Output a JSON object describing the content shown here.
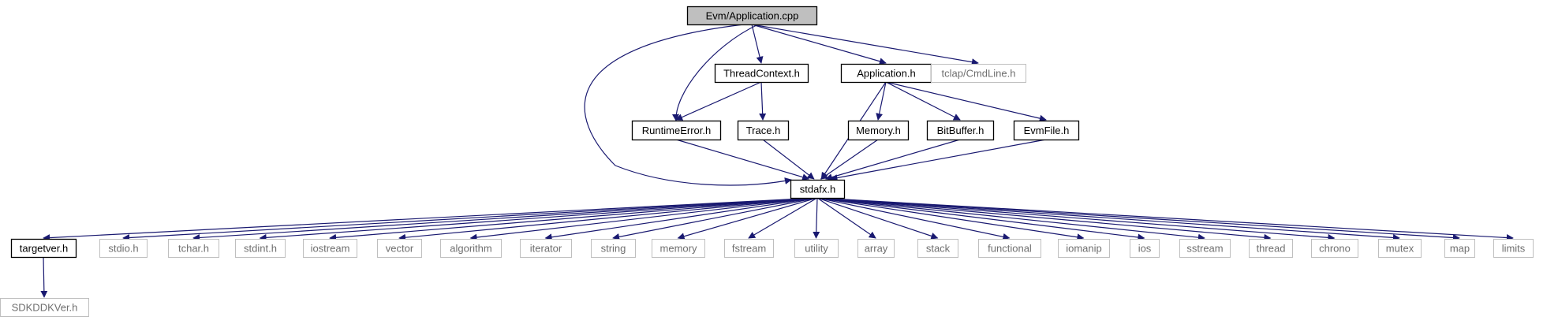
{
  "graph": {
    "nodes": [
      {
        "id": "app_cpp",
        "label": "Evm/Application.cpp",
        "kind": "root"
      },
      {
        "id": "threadctx",
        "label": "ThreadContext.h",
        "kind": "internal"
      },
      {
        "id": "application_h",
        "label": "Application.h",
        "kind": "internal"
      },
      {
        "id": "tclap",
        "label": "tclap/CmdLine.h",
        "kind": "external"
      },
      {
        "id": "runtimeerror",
        "label": "RuntimeError.h",
        "kind": "internal"
      },
      {
        "id": "trace",
        "label": "Trace.h",
        "kind": "internal"
      },
      {
        "id": "memory_h",
        "label": "Memory.h",
        "kind": "internal"
      },
      {
        "id": "bitbuffer",
        "label": "BitBuffer.h",
        "kind": "internal"
      },
      {
        "id": "evmfile",
        "label": "EvmFile.h",
        "kind": "internal"
      },
      {
        "id": "stdafx",
        "label": "stdafx.h",
        "kind": "internal"
      },
      {
        "id": "targetver",
        "label": "targetver.h",
        "kind": "internal"
      },
      {
        "id": "stdio",
        "label": "stdio.h",
        "kind": "external"
      },
      {
        "id": "tchar",
        "label": "tchar.h",
        "kind": "external"
      },
      {
        "id": "stdint",
        "label": "stdint.h",
        "kind": "external"
      },
      {
        "id": "iostream",
        "label": "iostream",
        "kind": "external"
      },
      {
        "id": "vector",
        "label": "vector",
        "kind": "external"
      },
      {
        "id": "algorithm",
        "label": "algorithm",
        "kind": "external"
      },
      {
        "id": "iterator",
        "label": "iterator",
        "kind": "external"
      },
      {
        "id": "string",
        "label": "string",
        "kind": "external"
      },
      {
        "id": "memory",
        "label": "memory",
        "kind": "external"
      },
      {
        "id": "fstream",
        "label": "fstream",
        "kind": "external"
      },
      {
        "id": "utility",
        "label": "utility",
        "kind": "external"
      },
      {
        "id": "array",
        "label": "array",
        "kind": "external"
      },
      {
        "id": "stack",
        "label": "stack",
        "kind": "external"
      },
      {
        "id": "functional",
        "label": "functional",
        "kind": "external"
      },
      {
        "id": "iomanip",
        "label": "iomanip",
        "kind": "external"
      },
      {
        "id": "ios",
        "label": "ios",
        "kind": "external"
      },
      {
        "id": "sstream",
        "label": "sstream",
        "kind": "external"
      },
      {
        "id": "thread",
        "label": "thread",
        "kind": "external"
      },
      {
        "id": "chrono",
        "label": "chrono",
        "kind": "external"
      },
      {
        "id": "mutex",
        "label": "mutex",
        "kind": "external"
      },
      {
        "id": "map",
        "label": "map",
        "kind": "external"
      },
      {
        "id": "limits",
        "label": "limits",
        "kind": "external"
      },
      {
        "id": "sdkddkver",
        "label": "SDKDDKVer.h",
        "kind": "external"
      }
    ],
    "edges": [
      [
        "app_cpp",
        "threadctx"
      ],
      [
        "app_cpp",
        "application_h"
      ],
      [
        "app_cpp",
        "tclap"
      ],
      [
        "app_cpp",
        "runtimeerror"
      ],
      [
        "app_cpp",
        "stdafx"
      ],
      [
        "threadctx",
        "runtimeerror"
      ],
      [
        "threadctx",
        "trace"
      ],
      [
        "application_h",
        "memory_h"
      ],
      [
        "application_h",
        "bitbuffer"
      ],
      [
        "application_h",
        "evmfile"
      ],
      [
        "application_h",
        "stdafx"
      ],
      [
        "runtimeerror",
        "stdafx"
      ],
      [
        "trace",
        "stdafx"
      ],
      [
        "memory_h",
        "stdafx"
      ],
      [
        "bitbuffer",
        "stdafx"
      ],
      [
        "evmfile",
        "stdafx"
      ],
      [
        "stdafx",
        "targetver"
      ],
      [
        "stdafx",
        "stdio"
      ],
      [
        "stdafx",
        "tchar"
      ],
      [
        "stdafx",
        "stdint"
      ],
      [
        "stdafx",
        "iostream"
      ],
      [
        "stdafx",
        "vector"
      ],
      [
        "stdafx",
        "algorithm"
      ],
      [
        "stdafx",
        "iterator"
      ],
      [
        "stdafx",
        "string"
      ],
      [
        "stdafx",
        "memory"
      ],
      [
        "stdafx",
        "fstream"
      ],
      [
        "stdafx",
        "utility"
      ],
      [
        "stdafx",
        "array"
      ],
      [
        "stdafx",
        "stack"
      ],
      [
        "stdafx",
        "functional"
      ],
      [
        "stdafx",
        "iomanip"
      ],
      [
        "stdafx",
        "ios"
      ],
      [
        "stdafx",
        "sstream"
      ],
      [
        "stdafx",
        "thread"
      ],
      [
        "stdafx",
        "chrono"
      ],
      [
        "stdafx",
        "mutex"
      ],
      [
        "stdafx",
        "map"
      ],
      [
        "stdafx",
        "limits"
      ],
      [
        "targetver",
        "sdkddkver"
      ]
    ]
  },
  "colors": {
    "edge": "#191970",
    "internal_border": "#000000",
    "external_border": "#bfbfbf",
    "root_fill": "#bfbfbf",
    "external_text": "#6f6f6f"
  }
}
